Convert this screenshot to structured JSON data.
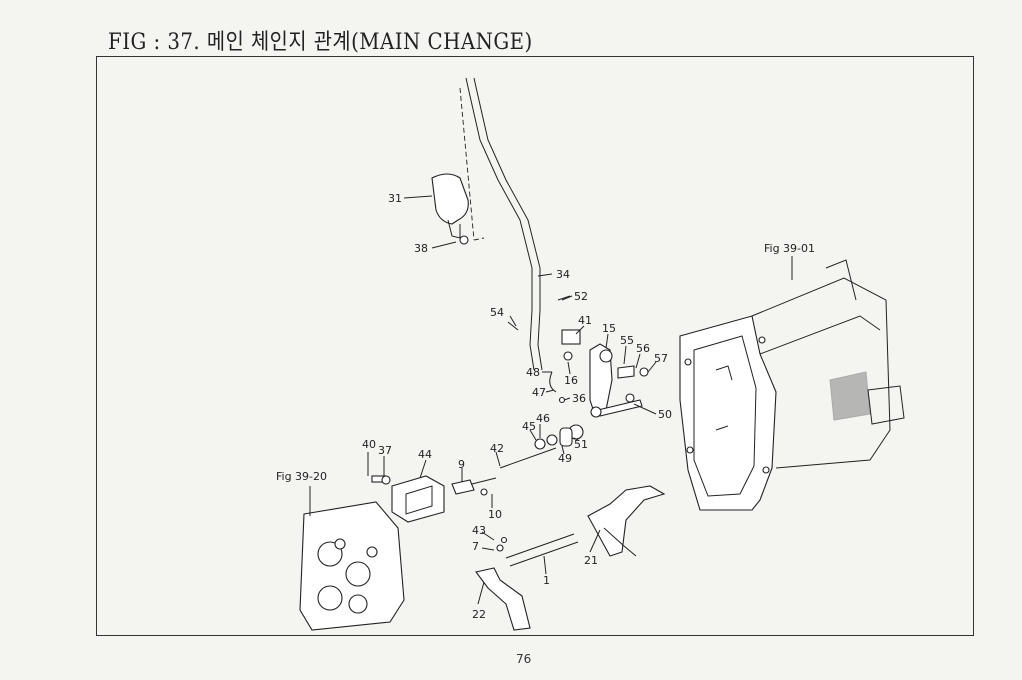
{
  "header": {
    "title": "FIG : 37. 메인 체인지 관계(MAIN CHANGE)"
  },
  "diagram": {
    "refs": {
      "fig39_01": "Fig 39-01",
      "fig39_20": "Fig 39-20"
    },
    "callouts": {
      "p31": "31",
      "p38": "38",
      "p34": "34",
      "p52": "52",
      "p54": "54",
      "p41": "41",
      "p15": "15",
      "p55": "55",
      "p56": "56",
      "p57": "57",
      "p48": "48",
      "p16": "16",
      "p47": "47",
      "p36": "36",
      "p50": "50",
      "p46": "46",
      "p45": "45",
      "p51": "51",
      "p49": "49",
      "p42": "42",
      "p40": "40",
      "p37": "37",
      "p44": "44",
      "p9": "9",
      "p10": "10",
      "p43": "43",
      "p7": "7",
      "p1": "1",
      "p21": "21",
      "p22": "22"
    }
  },
  "footer": {
    "page_number": "76"
  }
}
